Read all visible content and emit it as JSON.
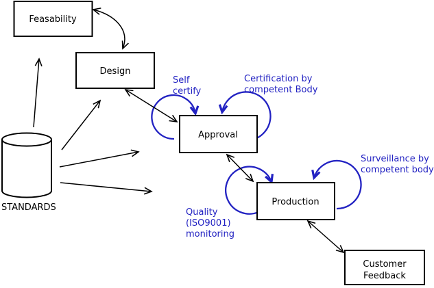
{
  "diagram_type": "process-flow",
  "colors": {
    "background": "#ffffff",
    "node_fill": "#ffffff",
    "node_border": "#000000",
    "edge_black": "#000000",
    "annotation_blue": "#2222c2"
  },
  "nodes": {
    "feasability": {
      "label": "Feasability",
      "shape": "rectangle"
    },
    "design": {
      "label": "Design",
      "shape": "rectangle"
    },
    "approval": {
      "label": "Approval",
      "shape": "rectangle"
    },
    "production": {
      "label": "Production",
      "shape": "rectangle"
    },
    "customer_feedback": {
      "lines": [
        "Customer",
        "Feedback"
      ],
      "shape": "rectangle"
    },
    "standards": {
      "label": "STANDARDS",
      "shape": "cylinder"
    }
  },
  "annotations": {
    "self_certify": {
      "lines": [
        "Self",
        "certify"
      ],
      "color": "#2222c2",
      "attached_to": "approval"
    },
    "certification": {
      "lines": [
        "Certification by",
        "competent Body"
      ],
      "color": "#2222c2",
      "attached_to": "approval"
    },
    "quality": {
      "lines": [
        "Quality",
        "(ISO9001)",
        "monitoring"
      ],
      "color": "#2222c2",
      "attached_to": "production"
    },
    "surveillance": {
      "lines": [
        "Surveillance by",
        "competent body"
      ],
      "color": "#2222c2",
      "attached_to": "production"
    }
  },
  "edges": [
    {
      "from": "standards",
      "to": "feasability",
      "style": "single-arrow",
      "color": "black"
    },
    {
      "from": "standards",
      "to": "design",
      "style": "single-arrow",
      "color": "black"
    },
    {
      "from": "standards",
      "to": "approval",
      "style": "single-arrow",
      "color": "black"
    },
    {
      "from": "standards",
      "to": "production",
      "style": "single-arrow",
      "color": "black"
    },
    {
      "from": "feasability",
      "to": "design",
      "style": "double-arrow",
      "color": "black"
    },
    {
      "from": "design",
      "to": "approval",
      "style": "double-arrow",
      "color": "black"
    },
    {
      "from": "approval",
      "to": "production",
      "style": "double-arrow",
      "color": "black"
    },
    {
      "from": "production",
      "to": "customer_feedback",
      "style": "double-arrow",
      "color": "black"
    },
    {
      "node": "approval",
      "annotation": "self_certify",
      "style": "self-loop",
      "color": "blue"
    },
    {
      "node": "approval",
      "annotation": "certification",
      "style": "self-loop",
      "color": "blue"
    },
    {
      "node": "production",
      "annotation": "quality",
      "style": "self-loop",
      "color": "blue"
    },
    {
      "node": "production",
      "annotation": "surveillance",
      "style": "self-loop",
      "color": "blue"
    }
  ]
}
